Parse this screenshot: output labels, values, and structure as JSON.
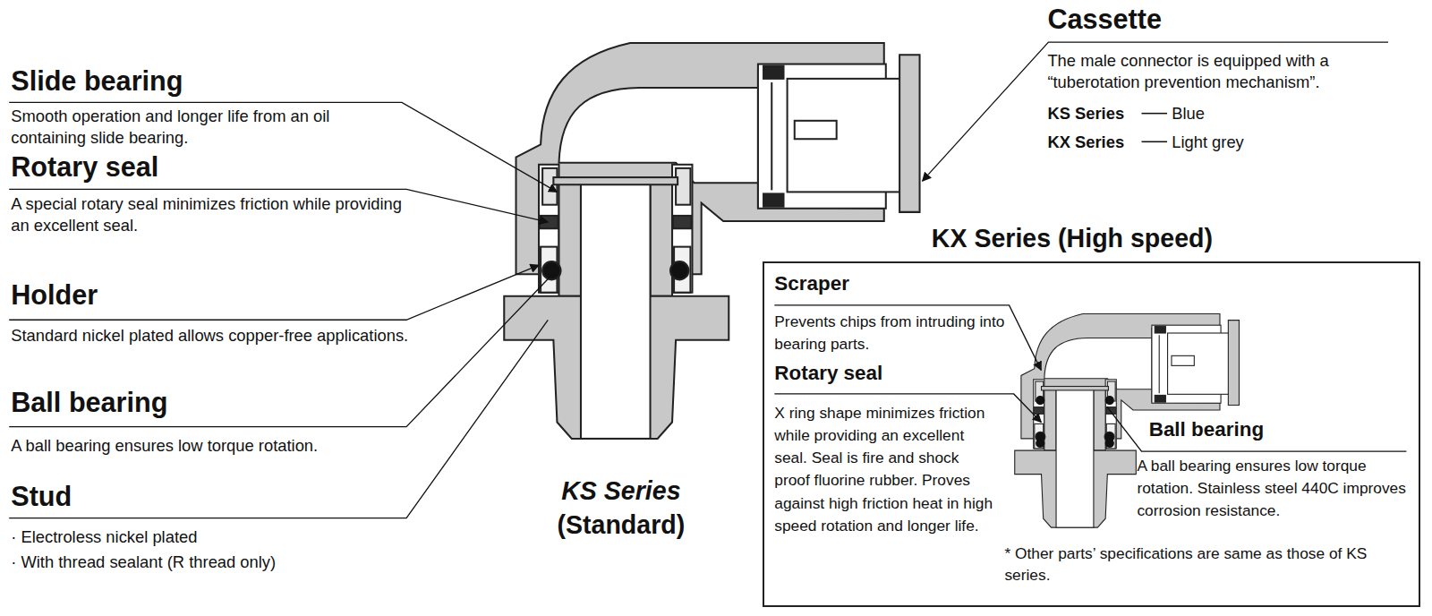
{
  "diagram": {
    "nodes": [
      {
        "text": [
          "KX Series (High speed)"
        ]
      }
    ],
    "labels": [
      "Slide bearing",
      "Smooth operation and longer life from an oil containing slide bearing.",
      "Rotary seal",
      "A special rotary seal minimizes friction while providing an excellent seal.",
      "Holder",
      "Standard nickel plated allows copper-free applications.",
      "Ball bearing",
      "A ball bearing ensures low torque rotation.",
      "Stud",
      "· Electroless nickel plated",
      "· With thread sealant (R thread only)",
      "KS Series",
      "(Standard)",
      "Cassette",
      "The male connector is equipped with a “tuberotation prevention mechanism”.",
      "KS Series",
      "Blue",
      "KX Series",
      "Light grey",
      "Scraper",
      "Prevents chips from intruding into bearing parts.",
      "Rotary seal",
      "X ring shape minimizes friction while providing an excellent seal. Seal is fire and shock proof fluorine rubber. Proves against high friction heat in high speed rotation and longer life.",
      "Ball bearing",
      "A ball bearing ensures low torque rotation. Stainless steel 440C improves corrosion resistance.",
      "* Other parts’ specifications are same as those of KS series."
    ]
  }
}
